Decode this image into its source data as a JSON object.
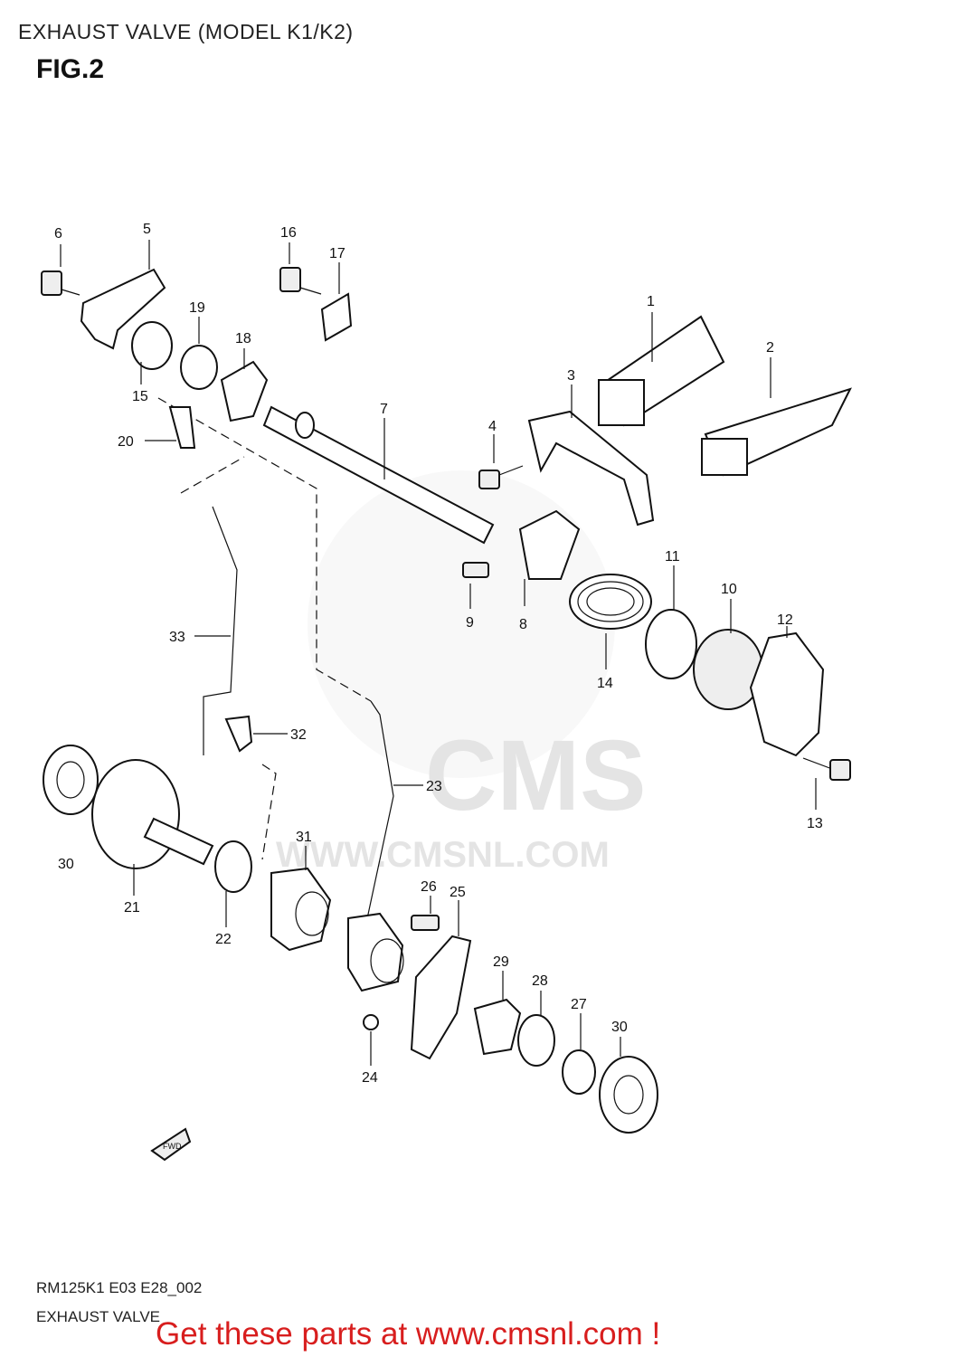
{
  "header": {
    "title": "EXHAUST VALVE (MODEL K1/K2)",
    "figure": "FIG.2"
  },
  "watermark": {
    "brand": "CMS",
    "url": "WWW.CMSNL.COM",
    "color": "#e4e4e4"
  },
  "parts": [
    "1",
    "2",
    "3",
    "4",
    "5",
    "6",
    "7",
    "8",
    "9",
    "10",
    "11",
    "12",
    "13",
    "14",
    "15",
    "16",
    "17",
    "18",
    "19",
    "20",
    "21",
    "22",
    "23",
    "24",
    "25",
    "26",
    "27",
    "28",
    "29",
    "30",
    "30",
    "31",
    "32",
    "33"
  ],
  "direction_marker": {
    "label": "FWD"
  },
  "footer": {
    "code": "RM125K1 E03 E28_002",
    "subtitle": "EXHAUST VALVE",
    "promo": "Get these parts at www.cmsnl.com !",
    "promo_color": "#d81e1e"
  }
}
